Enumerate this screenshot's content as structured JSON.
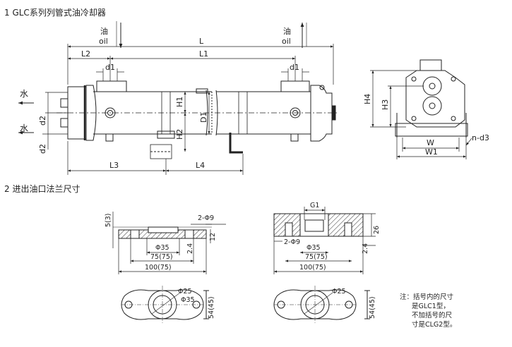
{
  "section1": {
    "title": "1  GLC系列列管式油冷却器"
  },
  "section2": {
    "title": "2 进出油口法兰尺寸"
  },
  "main_view": {
    "oil_in": {
      "zh": "油",
      "en": "oil"
    },
    "oil_out": {
      "zh": "油",
      "en": "oil"
    },
    "water_in": "水",
    "water_out": "水",
    "dims": {
      "L": "L",
      "L1": "L1",
      "L2": "L2",
      "L3": "L3",
      "L4": "L4",
      "d1_left": "d1",
      "d1_right": "d1",
      "d2_upper": "d2",
      "d2_lower": "d2",
      "H1": "H1",
      "H2": "H2",
      "D1": "D1"
    }
  },
  "side_view": {
    "dims": {
      "H3": "H3",
      "H4": "H4",
      "W": "W",
      "W1": "W1",
      "nd3": "n-d3"
    }
  },
  "flange_left": {
    "holes": "2-Φ9",
    "t1": "5(3)",
    "t2": "12",
    "offset": "2.4",
    "bore": "Φ35",
    "pitch": "75(75)",
    "width": "100(75)",
    "outer_d": "Φ25",
    "inner_d": "Φ35",
    "height": "54(45)"
  },
  "flange_right": {
    "thread": "G1",
    "holes": "2-Φ9",
    "t1": "26",
    "offset": "2.4",
    "bore": "Φ35",
    "pitch": "75(75)",
    "width": "100(75)",
    "outer_d": "Φ25",
    "height": "54(45)"
  },
  "note": {
    "lines": [
      "注：括号内的尺寸",
      "是GLC1型，",
      "不加括号的尺",
      "寸是CLG2型。"
    ]
  }
}
